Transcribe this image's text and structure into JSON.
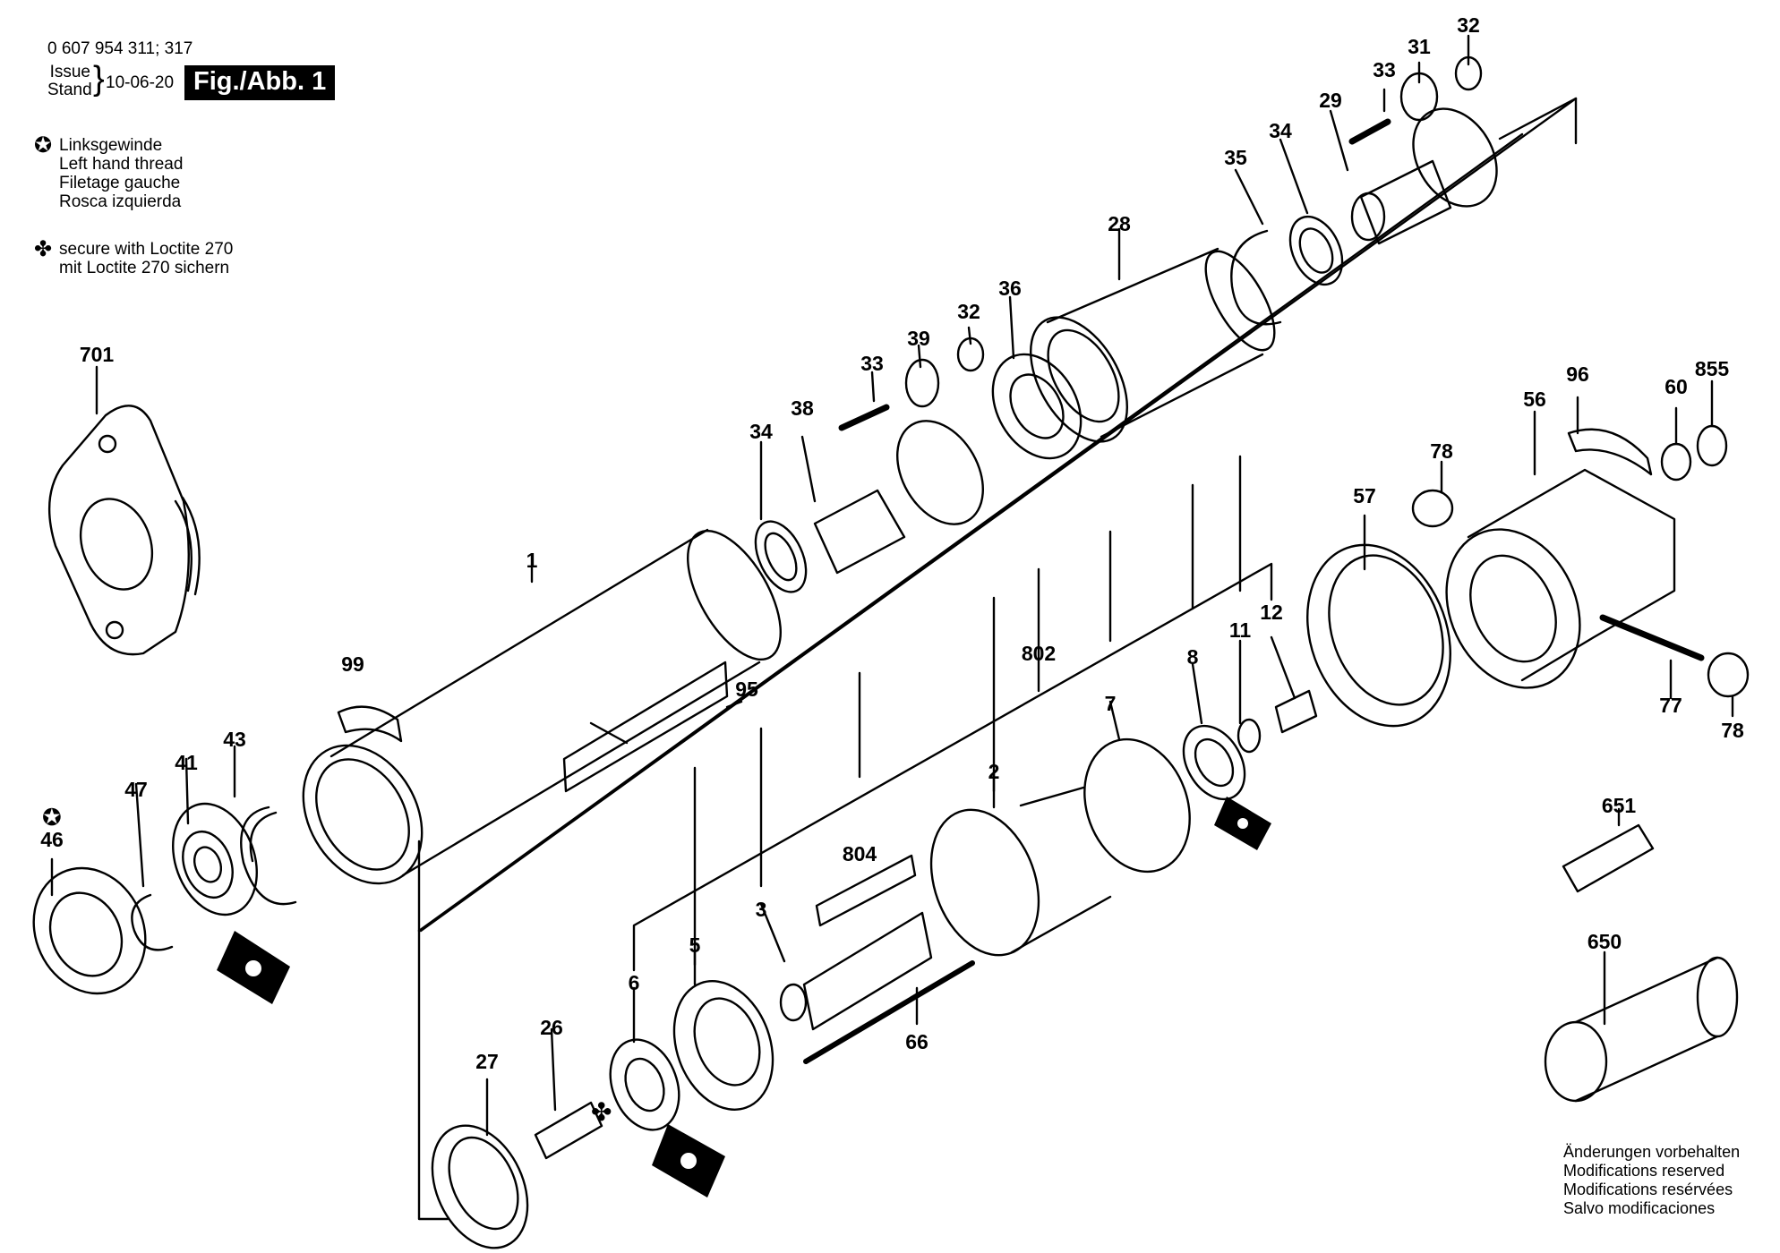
{
  "header": {
    "part_numbers": "0 607 954 311; 317",
    "issue_label": "Issue",
    "stand_label": "Stand",
    "date": "10-06-20",
    "figure_label": "Fig./Abb. 1"
  },
  "legend": {
    "left_hand_thread": {
      "icon": "star-circle-icon",
      "lines": [
        "Linksgewinde",
        "Left hand thread",
        "Filetage gauche",
        "Rosca izquierda"
      ]
    },
    "loctite": {
      "icon": "club-icon",
      "lines": [
        "secure with Loctite 270",
        "mit Loctite 270 sichern"
      ]
    }
  },
  "footer": {
    "lines": [
      "Änderungen vorbehalten",
      "Modifications reserved",
      "Modifications resérvées",
      "Salvo modificaciones"
    ]
  },
  "part_labels": [
    "32",
    "31",
    "33",
    "29",
    "34",
    "35",
    "28",
    "36",
    "32",
    "39",
    "33",
    "38",
    "34",
    "701",
    "1",
    "99",
    "95",
    "43",
    "41",
    "47",
    "46",
    "802",
    "7",
    "8",
    "11",
    "12",
    "2",
    "804",
    "3",
    "5",
    "6",
    "26",
    "27",
    "66",
    "57",
    "78",
    "56",
    "96",
    "60",
    "855",
    "77",
    "78",
    "651",
    "650"
  ]
}
